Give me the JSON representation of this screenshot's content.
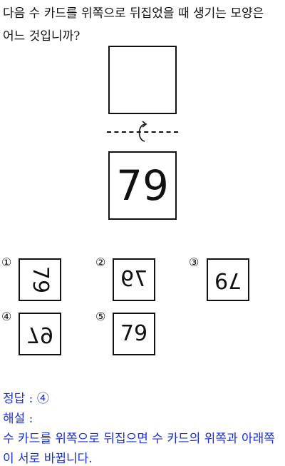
{
  "question": {
    "line1": "다음 수 카드를 위쪽으로 뒤집었을 때 생기는 모양은",
    "line2": "어느 것입니까?"
  },
  "card": {
    "number": "79"
  },
  "options": [
    {
      "marker": "①",
      "text": "79",
      "transform": "rotate-90"
    },
    {
      "marker": "②",
      "text": "79",
      "transform": "mirror-horizontal"
    },
    {
      "marker": "③",
      "text": "79",
      "transform": "rotate-180"
    },
    {
      "marker": "④",
      "text": "79",
      "transform": "mirror-vertical"
    },
    {
      "marker": "⑤",
      "text": "79",
      "transform": "none"
    }
  ],
  "answer": {
    "label": "정답 : ④",
    "explanation_label": "해설 :",
    "explanation_line1": "수 카드를 위쪽으로 뒤집으면 수 카드의 위쪽과 아래쪽",
    "explanation_line2": "이 서로 바뀝니다."
  },
  "colors": {
    "text": "#111111",
    "answer": "#1a2fd6"
  }
}
